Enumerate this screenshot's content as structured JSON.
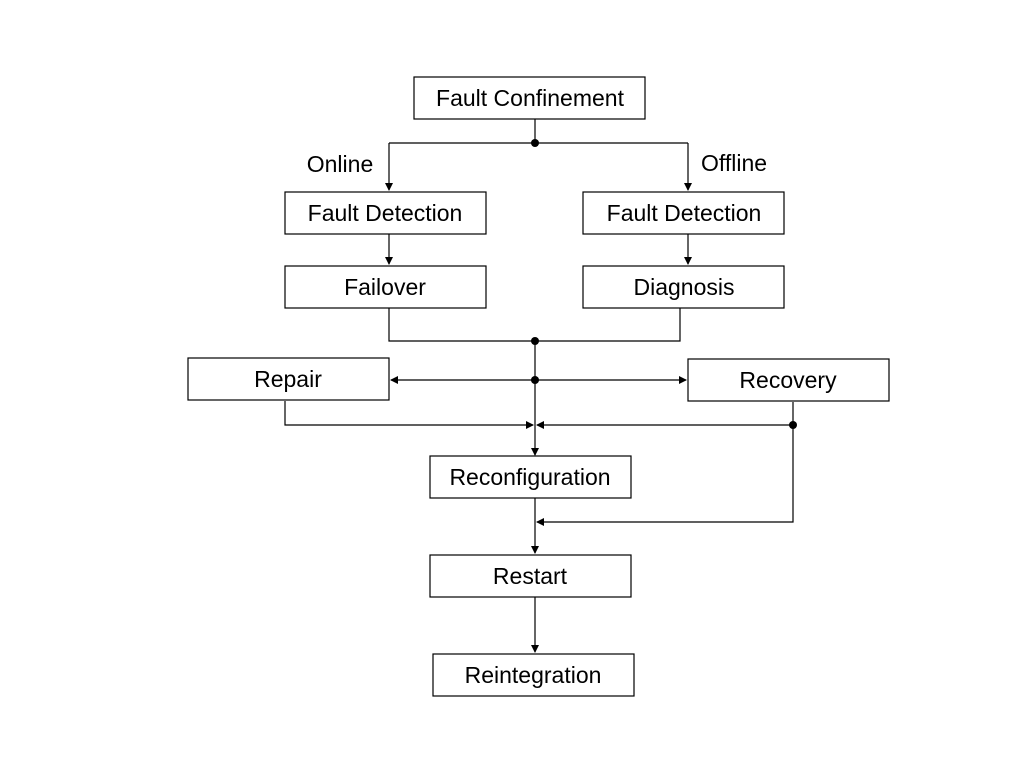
{
  "diagram": {
    "nodes": {
      "fault_confinement": "Fault Confinement",
      "fault_detection_online": "Fault Detection",
      "fault_detection_offline": "Fault Detection",
      "failover": "Failover",
      "diagnosis": "Diagnosis",
      "repair": "Repair",
      "recovery": "Recovery",
      "reconfiguration": "Reconfiguration",
      "restart": "Restart",
      "reintegration": "Reintegration"
    },
    "branch_labels": {
      "online": "Online",
      "offline": "Offline"
    }
  }
}
